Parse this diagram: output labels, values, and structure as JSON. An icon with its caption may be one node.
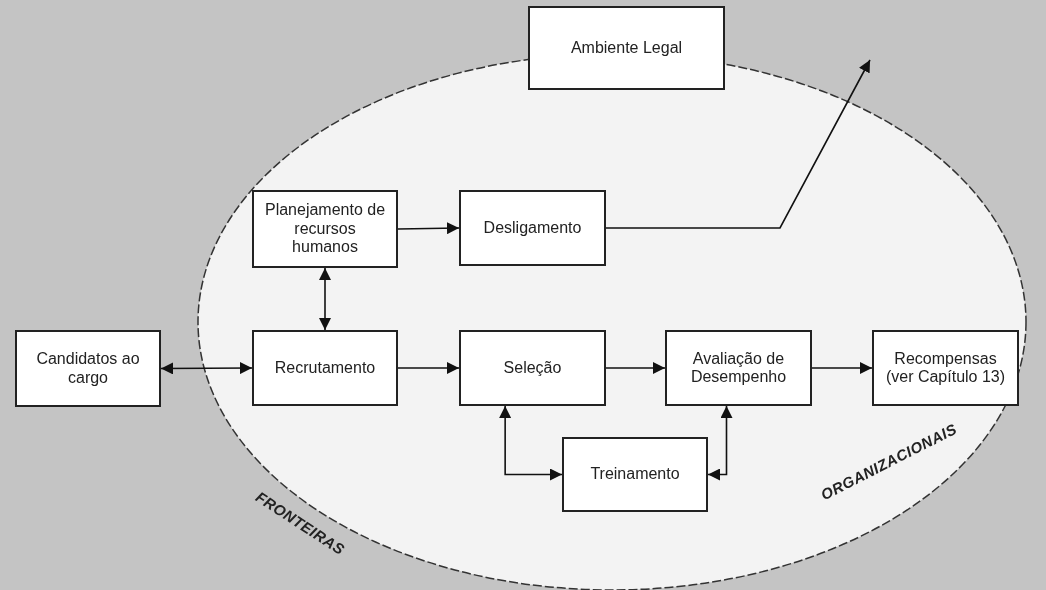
{
  "diagram": {
    "nodes": [
      {
        "text": [
          "Ambiente Legal"
        ]
      },
      {
        "text": [
          "Planejamento de recursos humanos"
        ]
      },
      {
        "text": [
          "Desligamento"
        ]
      },
      {
        "text": [
          "Candidatos ao cargo"
        ]
      },
      {
        "text": [
          "Recrutamento"
        ]
      },
      {
        "text": [
          "Seleção"
        ]
      },
      {
        "text": [
          "Avaliação de Desempenho"
        ]
      },
      {
        "text": [
          "Recompensas (ver Capítulo 13)"
        ]
      },
      {
        "text": [
          "Treinamento"
        ]
      }
    ],
    "edges": [
      {
        "from": 1,
        "to": 2,
        "arrow": "to"
      },
      {
        "from": 1,
        "to": 4,
        "arrow": "both"
      },
      {
        "from": 3,
        "to": 4,
        "arrow": "both"
      },
      {
        "from": 4,
        "to": 5,
        "arrow": "to"
      },
      {
        "from": 5,
        "to": 6,
        "arrow": "to"
      },
      {
        "from": 6,
        "to": 7,
        "arrow": "to"
      },
      {
        "from": 5,
        "to": 8,
        "arrow": "both"
      },
      {
        "from": 8,
        "to": 6,
        "arrow": "both"
      },
      {
        "from": 2,
        "to": null,
        "arrow": "to"
      }
    ],
    "labels": [
      "FRONTEIRAS",
      "ORGANIZACIONAIS"
    ]
  }
}
